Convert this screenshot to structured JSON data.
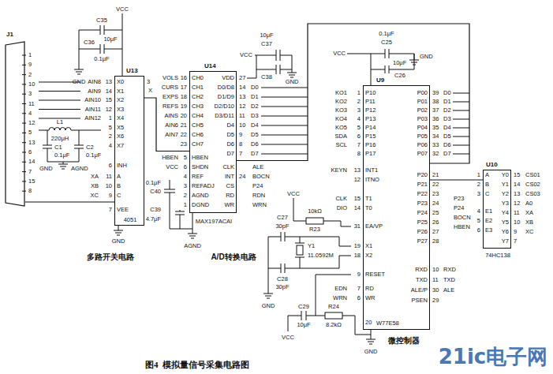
{
  "diagram": {
    "caption": "图4  模拟量信号采集电路图",
    "nodes": [
      {
        "text": [
          "J1"
        ]
      },
      {
        "text": [
          "U13",
          "4051"
        ]
      },
      {
        "text": [
          "U14",
          "MAX197ACAI"
        ]
      },
      {
        "text": [
          "U9",
          "W77E58"
        ]
      },
      {
        "text": [
          "U10",
          "74HC138"
        ]
      }
    ],
    "edges": [
      {
        "from": 0,
        "to": 1,
        "arrow": "none"
      },
      {
        "from": 1,
        "to": 2,
        "arrow": "none"
      },
      {
        "from": 2,
        "to": 3,
        "arrow": "none"
      },
      {
        "from": 3,
        "to": 4,
        "arrow": "none"
      }
    ],
    "labels": [
      "1",
      "9",
      "2",
      "10",
      "3",
      "11",
      "4",
      "12",
      "5",
      "13",
      "6",
      "14",
      "7",
      "15",
      "8",
      "VCC",
      "C35",
      "10μF",
      "C36",
      "0.1μF",
      "GND",
      "AIN8",
      "AIN9",
      "AIN10",
      "AIN11",
      "AIN12",
      "13",
      "14",
      "15",
      "12",
      "1",
      "5",
      "2",
      "4",
      "X0",
      "X1",
      "X2",
      "X3",
      "X4",
      "X5",
      "X6",
      "X7",
      "6",
      "INH",
      "11",
      "10",
      "9",
      "A",
      "B",
      "C",
      "XA",
      "XB",
      "XC",
      "7",
      "VEE",
      "3",
      "X",
      "L1",
      "220μH",
      "C1",
      "0.1μF",
      "C2",
      "0.1μF",
      "GND",
      "AGND",
      "GND",
      "多路开关电路",
      "VOLS",
      "CURS",
      "EXPS",
      "REFS",
      "AINS",
      "AIN6",
      "AIN7",
      "16",
      "17",
      "18",
      "19",
      "20",
      "21",
      "22",
      "23",
      "CH0",
      "CH1",
      "CH2",
      "CH3",
      "CH4",
      "CH5",
      "CH6",
      "CH7",
      "HBEN",
      "VCC",
      "5",
      "6",
      "4",
      "3",
      "2",
      "1",
      "HBEN",
      "SHDN",
      "REF",
      "REFADJ",
      "AGND",
      "DGND",
      "0.1μF",
      "C40",
      "C39",
      "4.7μF",
      "VDD",
      "D0/D8",
      "D1/D9",
      "D2/D10",
      "D3/D11",
      "D4",
      "D5",
      "D6",
      "D7",
      "27",
      "14",
      "13",
      "12",
      "11",
      "10",
      "9",
      "8",
      "7",
      "D0",
      "D1",
      "D2",
      "D3",
      "D4",
      "D5",
      "D6",
      "D7",
      "CLK",
      "INT",
      "CS",
      "RD",
      "WR",
      "24",
      "ALE",
      "BOCN",
      "P24",
      "RDN",
      "WRN",
      "VCC",
      "C37",
      "10μF",
      "C38",
      "GND",
      "AGND",
      "A/D转换电路",
      "KO1",
      "KO2",
      "KO3",
      "KO4",
      "KO5",
      "SDA",
      "SCL",
      "1",
      "2",
      "3",
      "4",
      "5",
      "6",
      "7",
      "8",
      "P10",
      "P11",
      "P12",
      "P13",
      "P14",
      "P15",
      "P16",
      "P17",
      "KEYN",
      "13",
      "12",
      "INT1",
      "ITNO",
      "CLK",
      "DIO",
      "15",
      "14",
      "T1",
      "T0",
      "31",
      "EA/VP",
      "19",
      "18",
      "X1",
      "X2",
      "9",
      "RESET",
      "EDN",
      "WRN",
      "7",
      "6",
      "RD",
      "WR",
      "20",
      "P00",
      "P01",
      "P02",
      "P03",
      "P04",
      "P05",
      "P06",
      "P07",
      "39",
      "38",
      "37",
      "36",
      "35",
      "34",
      "33",
      "32",
      "D0",
      "D1",
      "D2",
      "D3",
      "D4",
      "D5",
      "D6",
      "D7",
      "P20",
      "P21",
      "P22",
      "P23",
      "P24",
      "P25",
      "P26",
      "P27",
      "21",
      "22",
      "23",
      "24",
      "25",
      "26",
      "27",
      "28",
      "RXD",
      "TXD",
      "ALE/P",
      "PSEN",
      "10",
      "11",
      "30",
      "29",
      "RXD",
      "TXD",
      "ALE",
      "VCC",
      "C25",
      "0.1μF",
      "GND",
      "C26",
      "10μF",
      "VCC",
      "10kΩ",
      "R23",
      "C27",
      "30pF",
      "Y1",
      "11.0592M",
      "C28",
      "30pF",
      "GND",
      "C29",
      "10μF",
      "R24",
      "8.2kΩ",
      "VCC",
      "GND",
      "微控制器",
      "1",
      "2",
      "3",
      "4",
      "5",
      "6",
      "A",
      "B",
      "C",
      "E1",
      "E2",
      "E3",
      "Y0",
      "Y1",
      "Y2",
      "Y3",
      "Y4",
      "Y5",
      "Y6",
      "Y7",
      "15",
      "14",
      "13",
      "12",
      "11",
      "10",
      "9",
      "7",
      "CS01",
      "CS02",
      "CS03",
      "A0",
      "XA",
      "XB",
      "XC",
      "P23",
      "P24",
      "BOCN",
      "HBEN",
      "21ic电子网"
    ]
  }
}
